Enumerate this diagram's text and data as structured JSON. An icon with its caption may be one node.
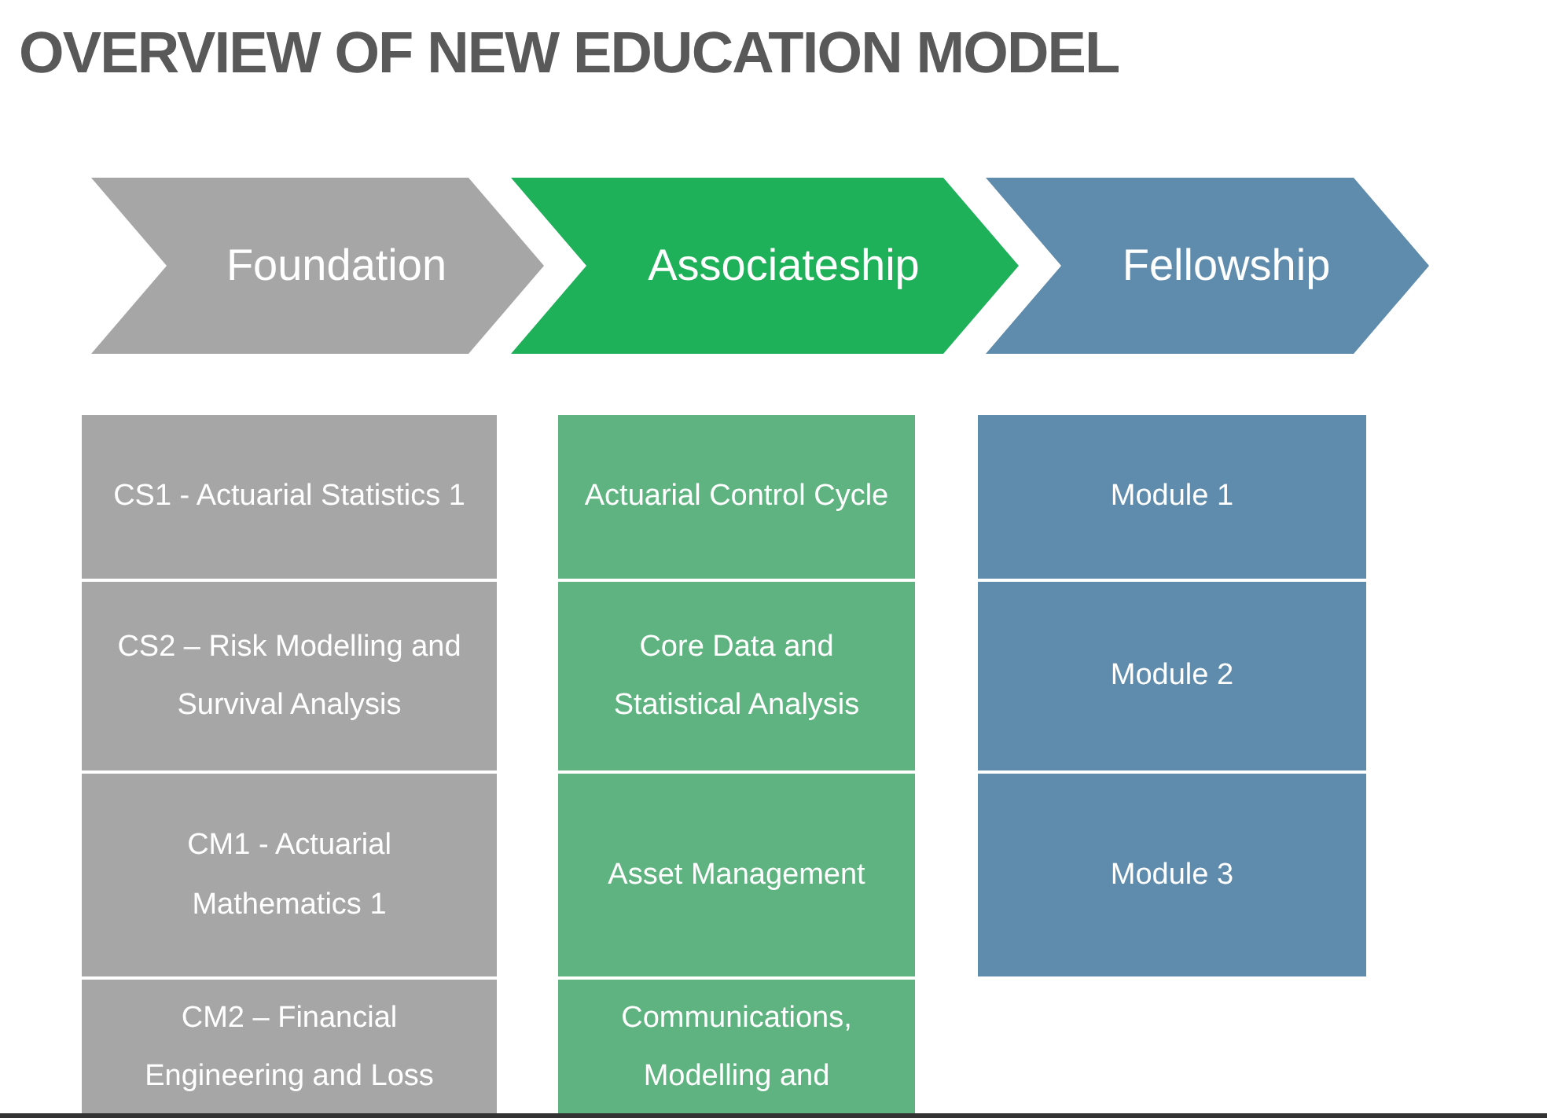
{
  "diagram": {
    "title": "OVERVIEW OF NEW EDUCATION MODEL",
    "nodes": [
      {
        "text": [
          "Foundation"
        ]
      },
      {
        "text": [
          "Associateship"
        ]
      },
      {
        "text": [
          "Fellowship"
        ]
      },
      {
        "text": [
          "CS1 - Actuarial Statistics 1"
        ]
      },
      {
        "text": [
          "CS2 – Risk Modelling and Survival Analysis"
        ]
      },
      {
        "text": [
          "CM1 - Actuarial Mathematics 1"
        ]
      },
      {
        "text": [
          "CM2 – Financial Engineering and Loss"
        ]
      },
      {
        "text": [
          "Actuarial Control Cycle"
        ]
      },
      {
        "text": [
          "Core Data and Statistical Analysis"
        ]
      },
      {
        "text": [
          "Asset Management"
        ]
      },
      {
        "text": [
          "Communications, Modelling and"
        ]
      },
      {
        "text": [
          "Module 1"
        ]
      },
      {
        "text": [
          "Module 2"
        ]
      },
      {
        "text": [
          "Module 3"
        ]
      }
    ],
    "edges": []
  }
}
